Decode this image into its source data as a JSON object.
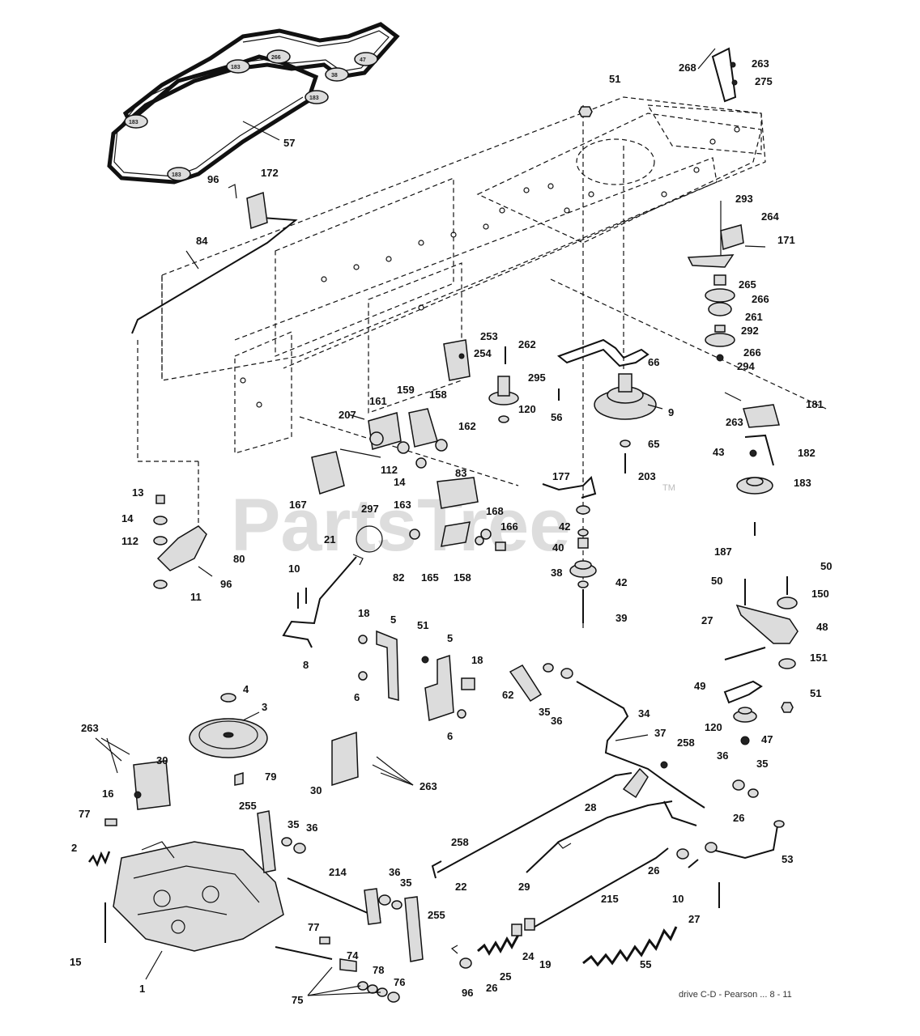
{
  "watermark": {
    "brand": "PartsTree",
    "trademark": "TM"
  },
  "footer": {
    "code": "drive C-D - Pearson ... 8 - 11"
  },
  "labels": {
    "belt": {
      "l57": "57",
      "p183a": "183",
      "p183b": "183",
      "p183c": "183",
      "p183d": "183",
      "p38": "38",
      "p47": "47",
      "p266": "266"
    },
    "frame": {
      "l268": "268",
      "l263a": "263",
      "l275": "275",
      "l51a": "51",
      "l172": "172",
      "l96a": "96",
      "l84": "84"
    },
    "right_upper": {
      "l293": "293",
      "l264": "264",
      "l171": "171",
      "l265": "265",
      "l266a": "266",
      "l261": "261",
      "l292": "292",
      "l266b": "266",
      "l294": "294",
      "l66": "66",
      "l9": "9",
      "l181": "181",
      "l263b": "263",
      "l182": "182",
      "l43": "43",
      "l183": "183",
      "l65": "65",
      "l203": "203",
      "l187": "187"
    },
    "center": {
      "l253": "253",
      "l254": "254",
      "l262": "262",
      "l295": "295",
      "l120a": "120",
      "l56": "56",
      "l159": "159",
      "l161": "161",
      "l158a": "158",
      "l207": "207",
      "l162": "162",
      "l112a": "112",
      "l14a": "14",
      "l83": "83",
      "l167": "167",
      "l297": "297",
      "l163": "163",
      "l177": "177",
      "l42a": "42",
      "l40": "40",
      "l38": "38",
      "l42b": "42",
      "l39": "39",
      "l168": "168",
      "l166": "166",
      "l21": "21",
      "l82": "82",
      "l165": "165",
      "l158b": "158"
    },
    "left_mid": {
      "l13": "13",
      "l14b": "14",
      "l112b": "112",
      "l80": "80",
      "l96b": "96",
      "l11": "11",
      "l10a": "10",
      "l8": "8"
    },
    "brackets": {
      "l18a": "18",
      "l5a": "5",
      "l51b": "51",
      "l5b": "5",
      "l18b": "18",
      "l6a": "6",
      "l6b": "6"
    },
    "right_mid": {
      "l50a": "50",
      "l50b": "50",
      "l150": "150",
      "l48": "48",
      "l27a": "27",
      "l151": "151",
      "l49": "49",
      "l51c": "51",
      "l120b": "120",
      "l47": "47"
    },
    "linkage": {
      "l62": "62",
      "l35a": "35",
      "l36a": "36",
      "l34": "34",
      "l37": "37",
      "l258a": "258",
      "l36b": "36",
      "l35b": "35",
      "l28": "28",
      "l26a": "26",
      "l53": "53",
      "l258b": "258",
      "l22": "22",
      "l29": "29",
      "l26b": "26",
      "l10b": "10",
      "l215": "215",
      "l27b": "27",
      "l55": "55",
      "l19": "19",
      "l24": "24",
      "l25": "25",
      "l26c": "26",
      "l96c": "96"
    },
    "lower_left": {
      "l4": "4",
      "l3": "3",
      "l79": "79",
      "l263c": "263",
      "l30a": "30",
      "l16": "16",
      "l30b": "30",
      "l263d": "263",
      "l77a": "77",
      "l2": "2",
      "l255a": "255",
      "l35c": "35",
      "l36c": "36",
      "l214": "214",
      "l36d": "36",
      "l35d": "35",
      "l255b": "255",
      "l15": "15",
      "l1": "1",
      "l77b": "77",
      "l74": "74",
      "l78": "78",
      "l76": "76",
      "l75": "75"
    }
  }
}
